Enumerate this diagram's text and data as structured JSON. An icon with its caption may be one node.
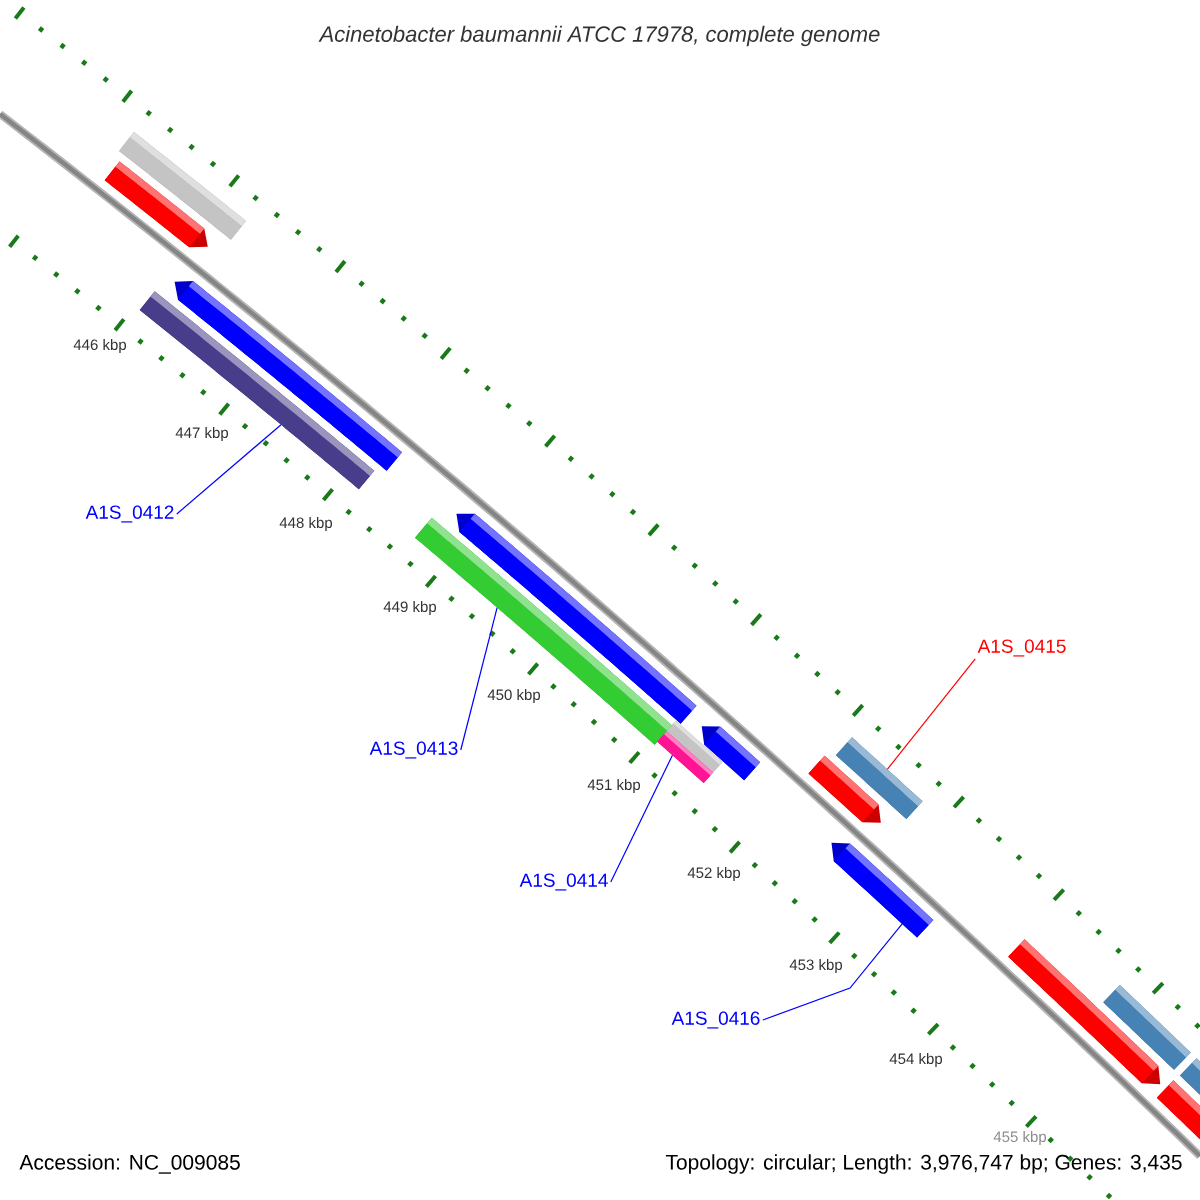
{
  "diagram": {
    "title": "Acinetobacter baumannii ATCC 17978, complete genome",
    "nodes": [
      {
        "text": [
          "A1S_0412"
        ]
      },
      {
        "text": [
          "A1S_0413"
        ]
      },
      {
        "text": [
          "A1S_0414"
        ]
      },
      {
        "text": [
          "A1S_0415"
        ]
      },
      {
        "text": [
          "A1S_0416"
        ]
      },
      {
        "text": [],
        "shape": "bar"
      },
      {
        "text": [],
        "shape": "bar"
      },
      {
        "text": [],
        "shape": "bar"
      },
      {
        "text": [],
        "shape": "bar"
      },
      {
        "text": [],
        "shape": "bar"
      },
      {
        "text": [],
        "shape": "bar"
      },
      {
        "text": [],
        "shape": "bar"
      },
      {
        "text": [],
        "shape": "bar"
      },
      {
        "text": [],
        "shape": "bar"
      },
      {
        "text": [],
        "shape": "bar"
      },
      {
        "text": [],
        "shape": "bar"
      },
      {
        "text": [],
        "shape": "bar"
      },
      {
        "text": [],
        "shape": "bar"
      },
      {
        "text": [],
        "shape": "bar"
      },
      {
        "text": [],
        "shape": "bar"
      },
      {
        "text": [],
        "shape": "bar"
      }
    ],
    "edges": [
      {
        "from": 0,
        "to": 7,
        "arrow": "none"
      },
      {
        "from": 1,
        "to": 9,
        "arrow": "none"
      },
      {
        "from": 2,
        "to": 12,
        "arrow": "none"
      },
      {
        "from": 3,
        "to": 15,
        "arrow": "none",
        "color": "#ff0000"
      },
      {
        "from": 4,
        "to": 16,
        "arrow": "none"
      }
    ],
    "labels": [
      "446 kbp",
      "447 kbp",
      "448 kbp",
      "449 kbp",
      "450 kbp",
      "451 kbp",
      "452 kbp",
      "453 kbp",
      "454 kbp",
      "455 kbp",
      "Accession: NC_009085",
      "Topology: circular; Length: 3,976,747 bp; Genes: 3,435"
    ]
  }
}
